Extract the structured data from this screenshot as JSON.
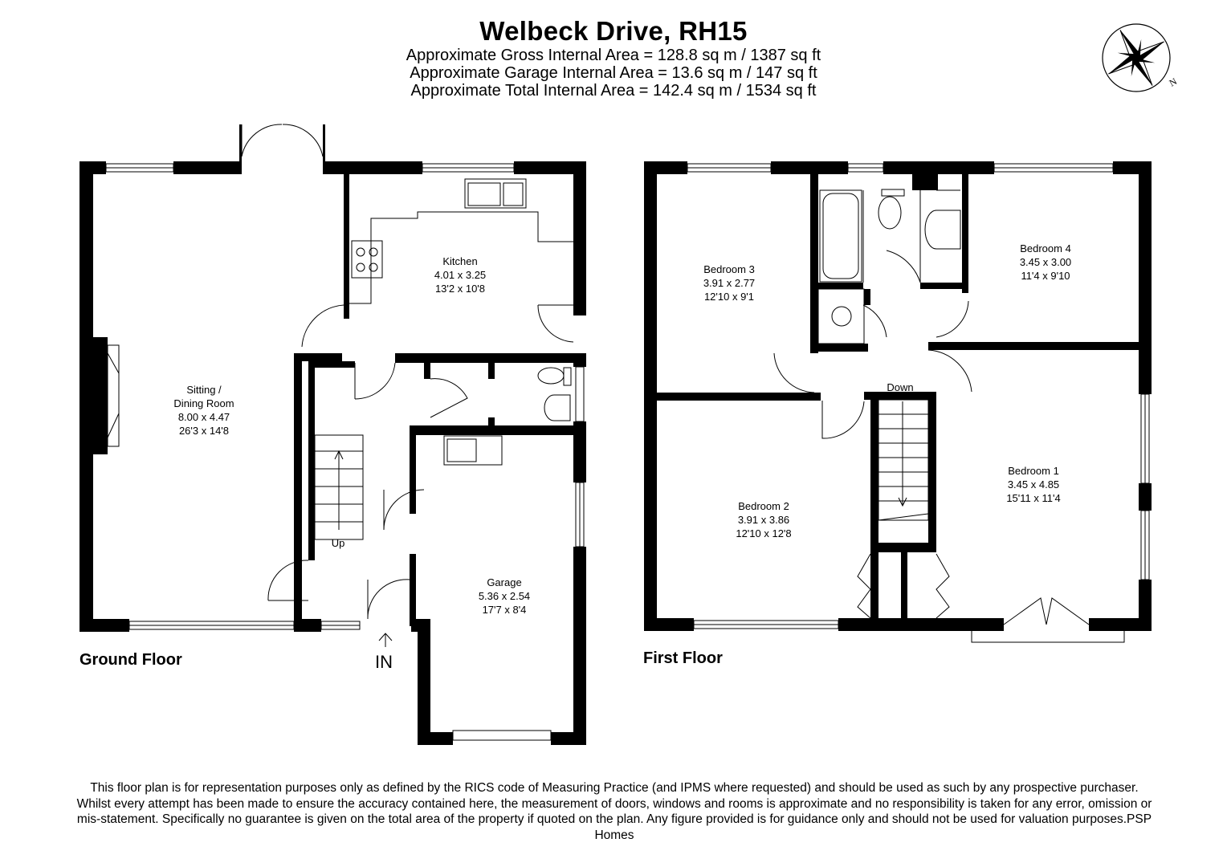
{
  "header": {
    "title": "Welbeck Drive, RH15",
    "gross_area": "Approximate Gross Internal Area = 128.8 sq m / 1387 sq ft",
    "garage_area": "Approximate Garage Internal Area = 13.6 sq m / 147 sq ft",
    "total_area": "Approximate Total Internal Area = 142.4 sq m / 1534 sq ft"
  },
  "compass": {
    "north_label": "N"
  },
  "ground_floor": {
    "label": "Ground Floor",
    "entrance_label": "IN",
    "stairs_label": "Up",
    "rooms": [
      {
        "name": "Sitting /",
        "name2": "Dining Room",
        "metric": "8.00 x 4.47",
        "imperial": "26'3 x 14'8"
      },
      {
        "name": "Kitchen",
        "metric": "4.01 x 3.25",
        "imperial": "13'2 x 10'8"
      },
      {
        "name": "Garage",
        "metric": "5.36 x 2.54",
        "imperial": "17'7 x 8'4"
      }
    ]
  },
  "first_floor": {
    "label": "First Floor",
    "stairs_label": "Down",
    "rooms": [
      {
        "name": "Bedroom 3",
        "metric": "3.91 x 2.77",
        "imperial": "12'10 x 9'1"
      },
      {
        "name": "Bedroom 4",
        "metric": "3.45 x 3.00",
        "imperial": "11'4 x 9'10"
      },
      {
        "name": "Bedroom 2",
        "metric": "3.91 x 3.86",
        "imperial": "12'10 x 12'8"
      },
      {
        "name": "Bedroom 1",
        "metric": "3.45 x 4.85",
        "imperial": "15'11 x 11'4"
      }
    ]
  },
  "disclaimer": "This floor plan is for representation purposes only as defined by the RICS code of Measuring Practice (and IPMS where requested) and should be used as such by any prospective purchaser. Whilst every attempt has been made to ensure the accuracy contained here, the measurement of doors, windows and rooms is approximate and no responsibility is taken for any error, omission or mis-statement. Specifically no guarantee is given on the total area of the property if quoted on the plan. Any figure provided is for guidance only and should not be used for valuation purposes.PSP Homes"
}
